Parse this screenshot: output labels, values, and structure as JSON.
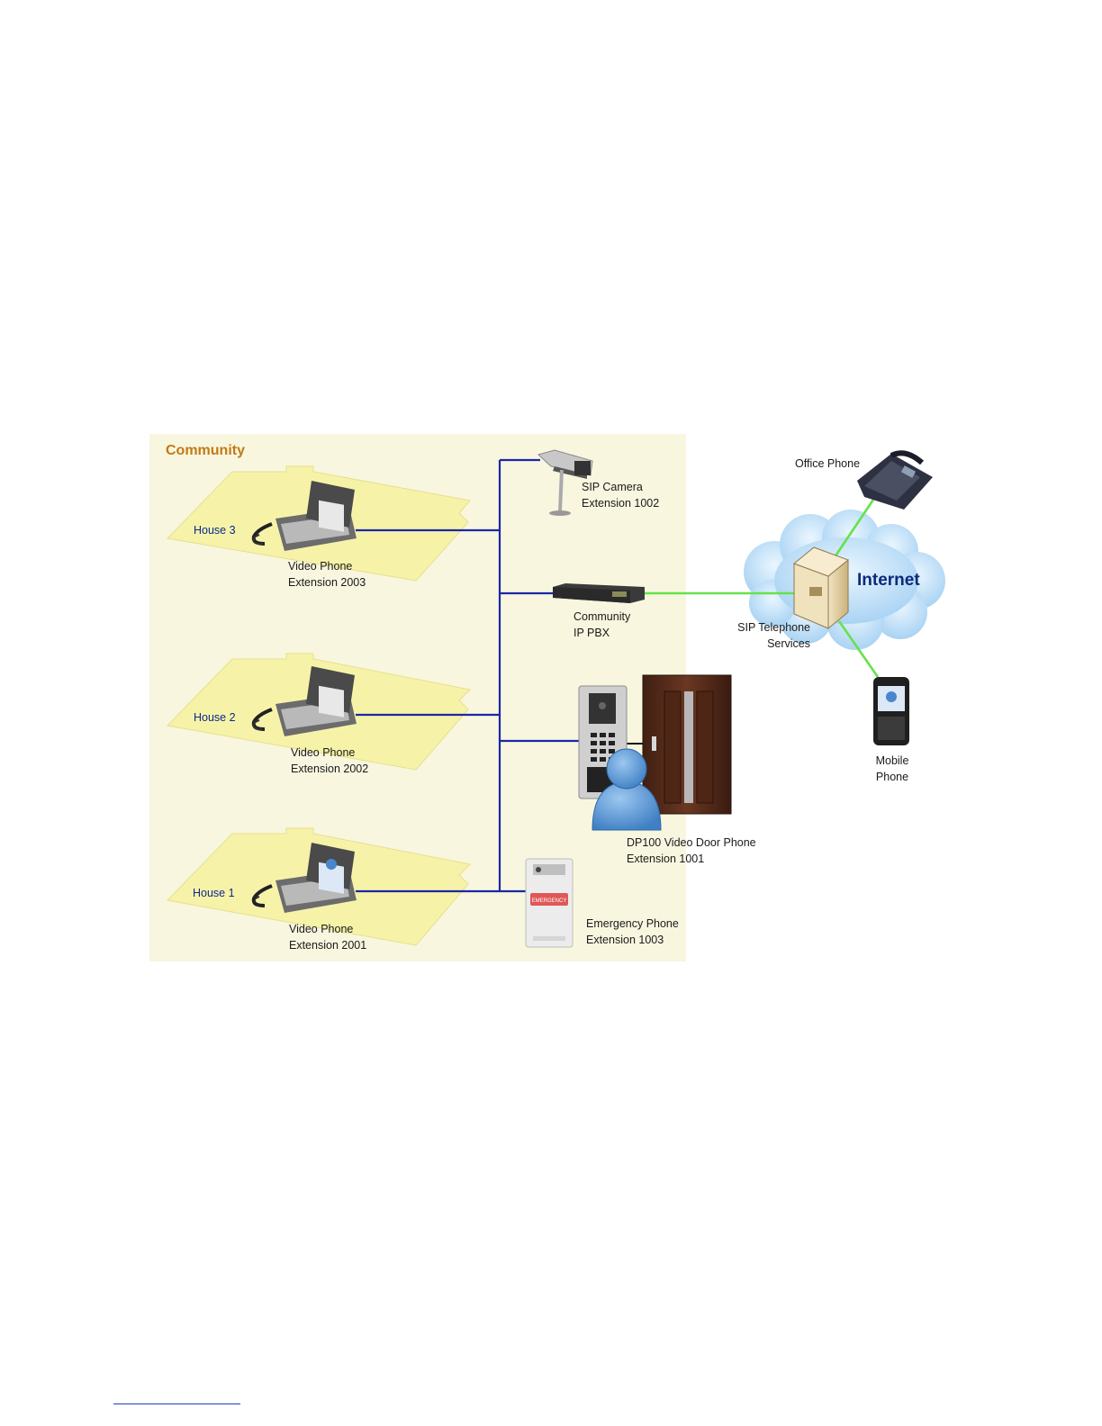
{
  "community": {
    "title": "Community"
  },
  "houses": [
    {
      "label": "House 3",
      "device": [
        "Video Phone",
        "Extension 2003"
      ]
    },
    {
      "label": "House 2",
      "device": [
        "Video Phone",
        "Extension 2002"
      ]
    },
    {
      "label": "House 1",
      "device": [
        "Video Phone",
        "Extension 2001"
      ]
    }
  ],
  "devices": {
    "sip_camera": [
      "SIP Camera",
      "Extension 1002"
    ],
    "ip_pbx": [
      "Community",
      "IP PBX"
    ],
    "door_phone": [
      "DP100 Video Door Phone",
      "Extension 1001"
    ],
    "emergency_phone": [
      "Emergency Phone",
      "Extension 1003"
    ],
    "emergency_sign": "EMERGENCY"
  },
  "internet": {
    "label": "Internet",
    "sip_services": [
      "SIP Telephone",
      "Services"
    ],
    "office_phone": "Office Phone",
    "mobile_phone": [
      "Mobile",
      "Phone"
    ]
  },
  "colors": {
    "community_bg": "#f8f6df",
    "house_fill": "#f6f3a9",
    "lan_line": "#1a27a8",
    "internet_line": "#66e24a",
    "cloud": "#bfe0f7",
    "title": "#c27a13",
    "internet_text": "#0d2a7a"
  }
}
